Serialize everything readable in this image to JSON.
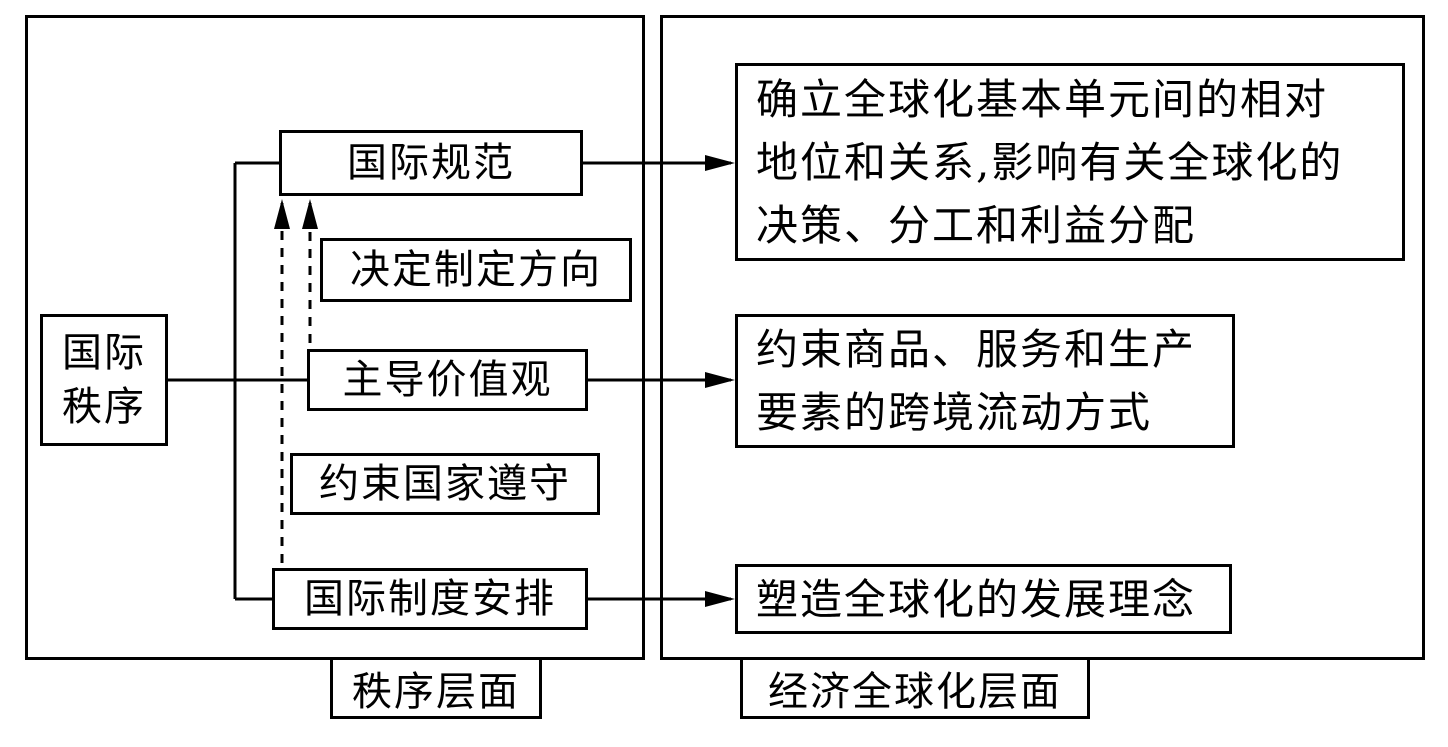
{
  "diagram": {
    "source_box": {
      "line1": "国际",
      "line2": "秩序"
    },
    "left_nodes": {
      "norms": "国际规范",
      "decide_label": "决定制定方向",
      "values": "主导价值观",
      "constrain_label": "约束国家遵守",
      "institutions": "国际制度安排"
    },
    "right_boxes": {
      "top": {
        "line1": "确立全球化基本单元间的相对",
        "line2": "地位和关系,影响有关全球化的",
        "line3": "决策、分工和利益分配"
      },
      "middle": {
        "line1": "约束商品、服务和生产",
        "line2": "要素的跨境流动方式"
      },
      "bottom": "塑造全球化的发展理念"
    },
    "panel_labels": {
      "left": "秩序层面",
      "right": "经济全球化层面"
    },
    "colors": {
      "stroke": "#000000",
      "background": "#ffffff"
    }
  }
}
